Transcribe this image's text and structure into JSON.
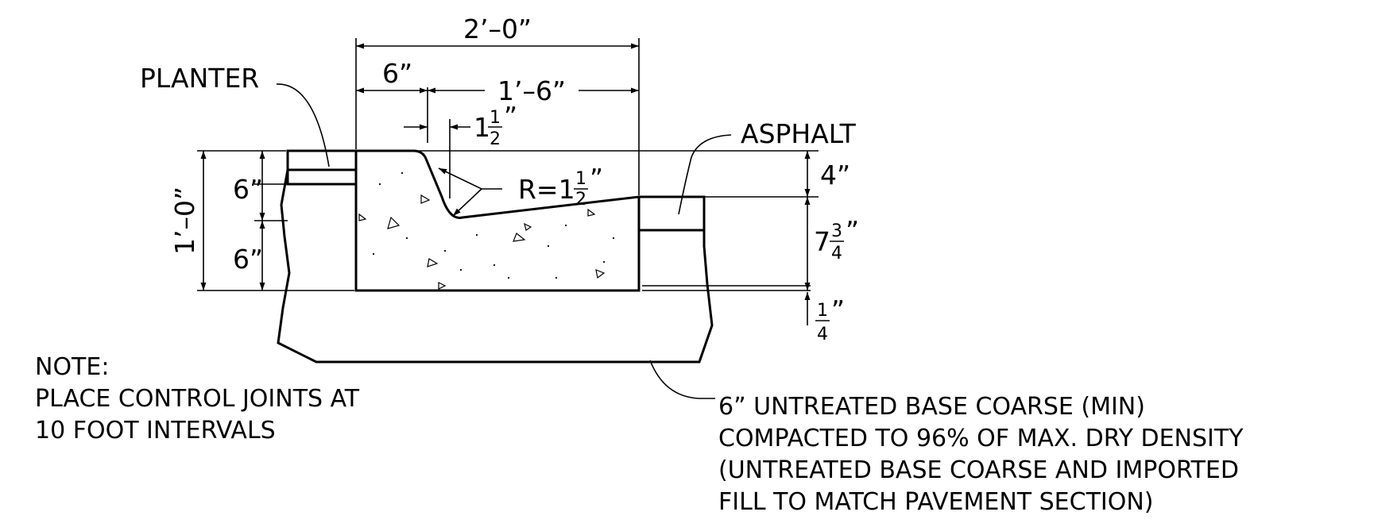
{
  "dimensions": {
    "overall_width": "2’–0”",
    "curb_face_width": "6”",
    "gutter_width": "1’–6”",
    "lip_offset": "1",
    "lip_offset_frac_num": "1",
    "lip_offset_frac_den": "2",
    "lip_offset_unit": "”",
    "radius_prefix": "R=1",
    "radius_frac_num": "1",
    "radius_frac_den": "2",
    "radius_unit": "”",
    "total_height": "1’–0”",
    "upper_height": "6”",
    "lower_height": "6”",
    "top_drop": "4”",
    "gutter_depth_whole": "7",
    "gutter_depth_num": "3",
    "gutter_depth_den": "4",
    "gutter_depth_unit": "”",
    "bottom_gap_num": "1",
    "bottom_gap_den": "4",
    "bottom_gap_unit": "”"
  },
  "labels": {
    "planter": "PLANTER",
    "asphalt": "ASPHALT"
  },
  "note": {
    "title": "NOTE:",
    "line1": "PLACE CONTROL JOINTS AT",
    "line2": "10 FOOT INTERVALS"
  },
  "base_note": {
    "line1": "6” UNTREATED BASE COARSE (MIN)",
    "line2": "COMPACTED TO 96% OF MAX. DRY DENSITY",
    "line3": "(UNTREATED BASE COARSE AND IMPORTED",
    "line4": "FILL TO MATCH PAVEMENT SECTION)"
  }
}
